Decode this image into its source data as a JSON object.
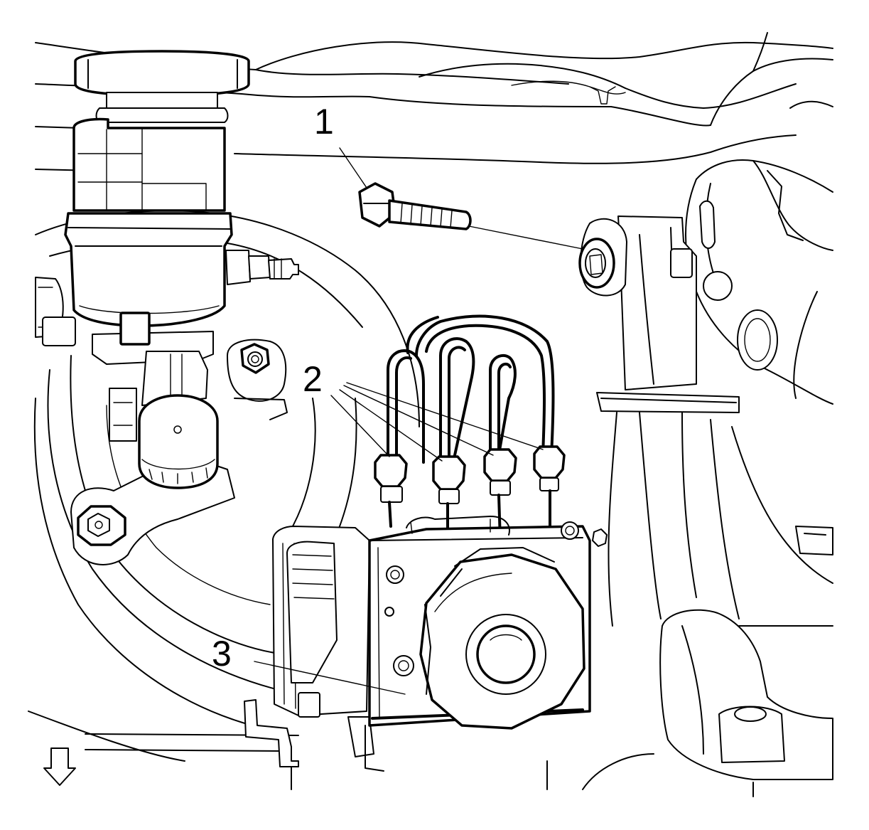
{
  "figure": {
    "callouts": [
      {
        "id": "1",
        "label": "1"
      },
      {
        "id": "2",
        "label": "2"
      },
      {
        "id": "3",
        "label": "3"
      }
    ],
    "direction_indicator": {
      "icon": "arrow-down-icon",
      "meaning": "vehicle front"
    }
  }
}
